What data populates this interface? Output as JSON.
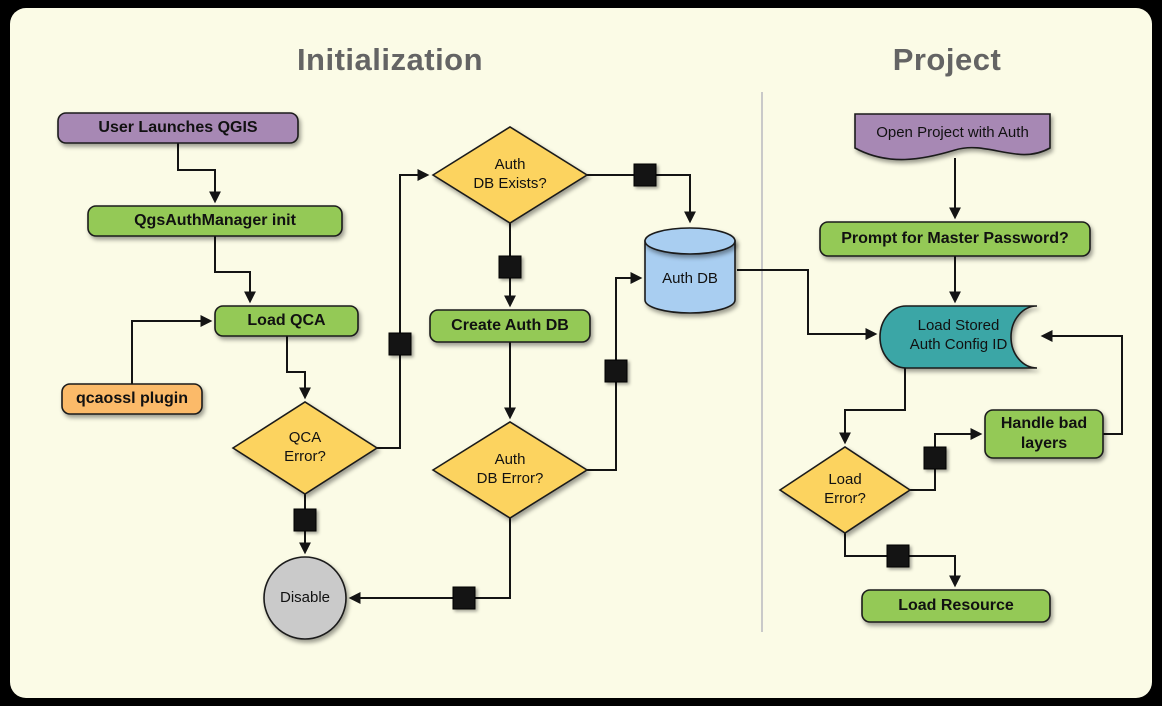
{
  "titles": {
    "left": "Initialization",
    "right": "Project"
  },
  "nodes": {
    "user_launches": "User Launches QGIS",
    "qgs_auth_manager": "QgsAuthManager init",
    "load_qca": "Load QCA",
    "qcaossl": "qcaossl plugin",
    "qca_error": "QCA\nError?",
    "disable": "Disable",
    "auth_db_exists": "Auth\nDB Exists?",
    "create_auth_db": "Create Auth DB",
    "auth_db_error": "Auth\nDB Error?",
    "auth_db": "Auth DB",
    "open_project": "Open Project with Auth",
    "prompt_master": "Prompt for Master Password?",
    "load_stored": "Load Stored\nAuth Config ID",
    "handle_bad_layers": "Handle bad\nlayers",
    "load_error": "Load\nError?",
    "load_resource": "Load Resource"
  },
  "colors": {
    "panel": "#FBFBE6",
    "title_gray": "#646464",
    "purple": "#A788B4",
    "green": "#94C956",
    "yellow": "#FCD35F",
    "orange": "#FBBA69",
    "blue": "#A9CEF1",
    "teal": "#3BA6A6",
    "gray_circle": "#CACACA",
    "square": "#141414",
    "edge": "#141414",
    "divider": "#C9C9C9"
  }
}
